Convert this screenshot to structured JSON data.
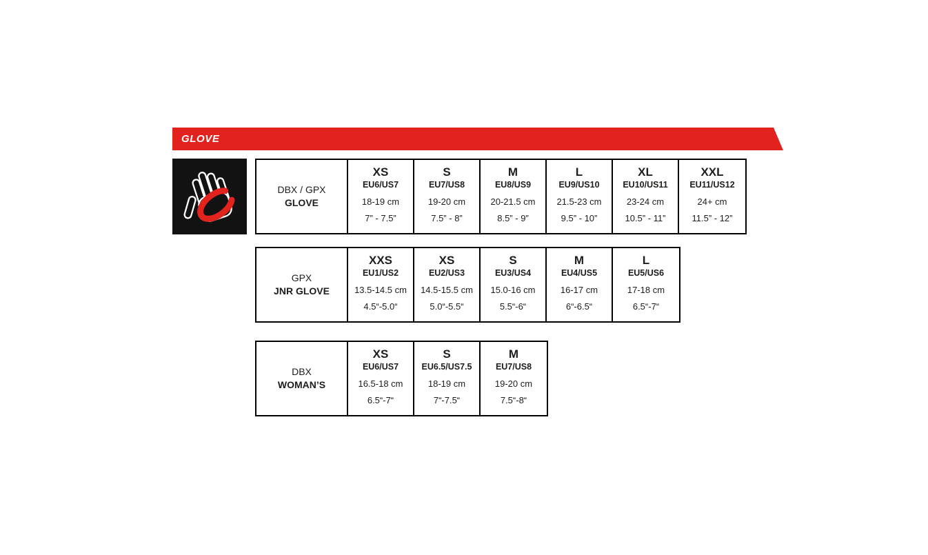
{
  "banner": {
    "label": "GLOVE"
  },
  "colors": {
    "accent_red": "#e2231d",
    "logo_bg": "#121212",
    "border": "#000000",
    "text": "#1d1d1b"
  },
  "logo": {
    "icon": "hand-with-red-swoosh"
  },
  "tables": [
    {
      "name": "dbx-gpx-glove",
      "label_top": "DBX / GPX",
      "label_bottom": "GLOVE",
      "columns": [
        {
          "size": "XS",
          "fit": "EU6/US7",
          "cm": "18-19 cm",
          "inches": "7” - 7.5”"
        },
        {
          "size": "S",
          "fit": "EU7/US8",
          "cm": "19-20 cm",
          "inches": "7.5” - 8”"
        },
        {
          "size": "M",
          "fit": "EU8/US9",
          "cm": "20-21.5 cm",
          "inches": "8.5” - 9”"
        },
        {
          "size": "L",
          "fit": "EU9/US10",
          "cm": "21.5-23 cm",
          "inches": "9.5” - 10”"
        },
        {
          "size": "XL",
          "fit": "EU10/US11",
          "cm": "23-24 cm",
          "inches": "10.5” - 11”"
        },
        {
          "size": "XXL",
          "fit": "EU11/US12",
          "cm": "24+ cm",
          "inches": "11.5” - 12”"
        }
      ]
    },
    {
      "name": "gpx-jnr-glove",
      "label_top": "GPX",
      "label_bottom": "JNR GLOVE",
      "columns": [
        {
          "size": "XXS",
          "fit": "EU1/US2",
          "cm": "13.5-14.5 cm",
          "inches": "4.5“-5.0“"
        },
        {
          "size": "XS",
          "fit": "EU2/US3",
          "cm": "14.5-15.5 cm",
          "inches": "5.0“-5.5“"
        },
        {
          "size": "S",
          "fit": "EU3/US4",
          "cm": "15.0-16 cm",
          "inches": "5.5“-6“"
        },
        {
          "size": "M",
          "fit": "EU4/US5",
          "cm": "16-17 cm",
          "inches": "6“-6.5“"
        },
        {
          "size": "L",
          "fit": "EU5/US6",
          "cm": "17-18 cm",
          "inches": "6.5“-7“"
        }
      ]
    },
    {
      "name": "dbx-womans",
      "label_top": "DBX",
      "label_bottom": "WOMAN’S",
      "columns": [
        {
          "size": "XS",
          "fit": "EU6/US7",
          "cm": "16.5-18 cm",
          "inches": "6.5“-7“"
        },
        {
          "size": "S",
          "fit": "EU6.5/US7.5",
          "cm": "18-19 cm",
          "inches": "7“-7.5“"
        },
        {
          "size": "M",
          "fit": "EU7/US8",
          "cm": "19-20 cm",
          "inches": "7.5“-8“"
        }
      ]
    }
  ]
}
